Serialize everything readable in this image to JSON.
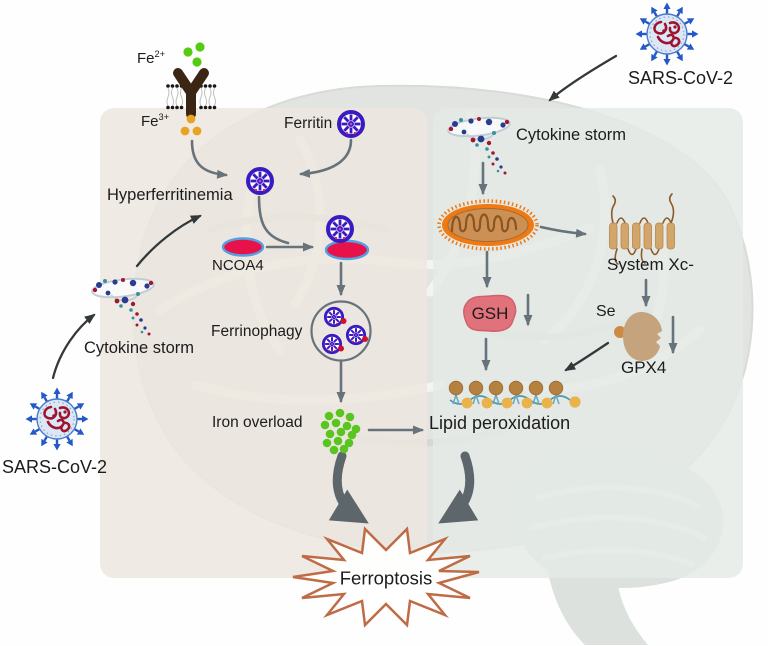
{
  "figure": {
    "left": {
      "fe2": {
        "base": "Fe",
        "sup": "2+"
      },
      "fe3": {
        "base": "Fe",
        "sup": "3+"
      },
      "ferritin": "Ferritin",
      "hyperferritinemia": "Hyperferritinemia",
      "ncoa4": "NCOA4",
      "ferrinophagy": "Ferrinophagy",
      "iron_overload": "Iron overload",
      "cytokine_storm": "Cytokine storm",
      "sars_cov_2": "SARS-CoV-2"
    },
    "right": {
      "sars_cov_2": "SARS-CoV-2",
      "cytokine_storm": "Cytokine storm",
      "system_xc": "System Xc-",
      "gsh": "GSH",
      "se": "Se",
      "gpx4": "GPX4",
      "lipid_peroxidation": "Lipid peroxidation"
    },
    "outcome": {
      "ferroptosis": "Ferroptosis"
    },
    "icons": {
      "virus": "sars-cov-2-virion-icon",
      "tornado": "cytokine-storm-funnel-icon",
      "wheel": "ferritin-cage-icon",
      "red_ellipse": "ncoa4-protein-icon",
      "membrane_receptor": "iron-transporter-icon",
      "autophagosome": "ferrinophagy-vesicle-icon",
      "green_dots": "iron-overload-dots-icon",
      "mitochondrion": "mitochondrion-icon",
      "channel": "system-xc-transporter-icon",
      "pink_blob": "gsh-molecule-icon",
      "tan_blob": "gpx4-enzyme-icon",
      "bilayer": "lipid-membrane-icon",
      "burst": "ferroptosis-burst-icon"
    },
    "colors": {
      "ferritin_purple": "#3a1bc0",
      "ncoa4_red": "#e8124a",
      "ncoa4_outline": "#54a0e0",
      "iron_green": "#5ac51e",
      "fe3_orange": "#e8a41f",
      "mito_orange": "#ef7912",
      "mito_matrix": "#cc9055",
      "gsh_pink": "#e2737b",
      "protein_tan": "#c4a37d",
      "virus_blue": "#2458c8",
      "virus_rna_red": "#9e1430",
      "arrow_gray": "#68727a",
      "burst_outline": "#bf6b45",
      "brain_gray": "#e1e4e0",
      "panel_left": "#ece7df",
      "panel_right": "#e4eae6"
    }
  }
}
